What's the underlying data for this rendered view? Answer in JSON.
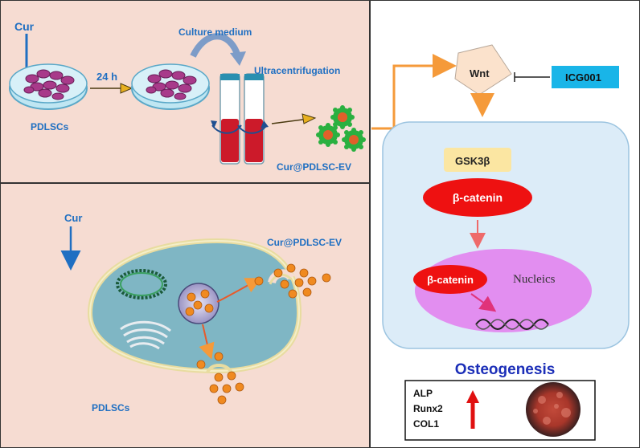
{
  "panel_top": {
    "cur": "Cur",
    "time": "24 h",
    "culture_medium": "Culture medium",
    "ultracentrifugation": "Ultracentrifugation",
    "cells": "PDLSCs",
    "product": "Cur@PDLSC-EV"
  },
  "panel_bottom": {
    "cur": "Cur",
    "product": "Cur@PDLSC-EV",
    "cells": "PDLSCs"
  },
  "pathway": {
    "wnt": "Wnt",
    "inhibitor": "ICG001",
    "gsk": "GSK3β",
    "catenin": "β-catenin",
    "catenin_nuclear": "β-catenin",
    "nucleus": "Nucleics",
    "outcome": "Osteogenesis",
    "markers": [
      "ALP",
      "Runx2",
      "COL1"
    ]
  },
  "colors": {
    "panel_bg": "#f6dcd2",
    "blue_label": "#1f6fc2",
    "wnt_box": "#fbe2cc",
    "inhibitor_box": "#19b5e8",
    "cell_box": "#dcecf8",
    "gsk_box": "#fbe6a2",
    "catenin": "#ee1111",
    "nucleus": "#e28ef0",
    "outcome_text": "#1c2fb8",
    "arrow_orange": "#f59a3a"
  }
}
